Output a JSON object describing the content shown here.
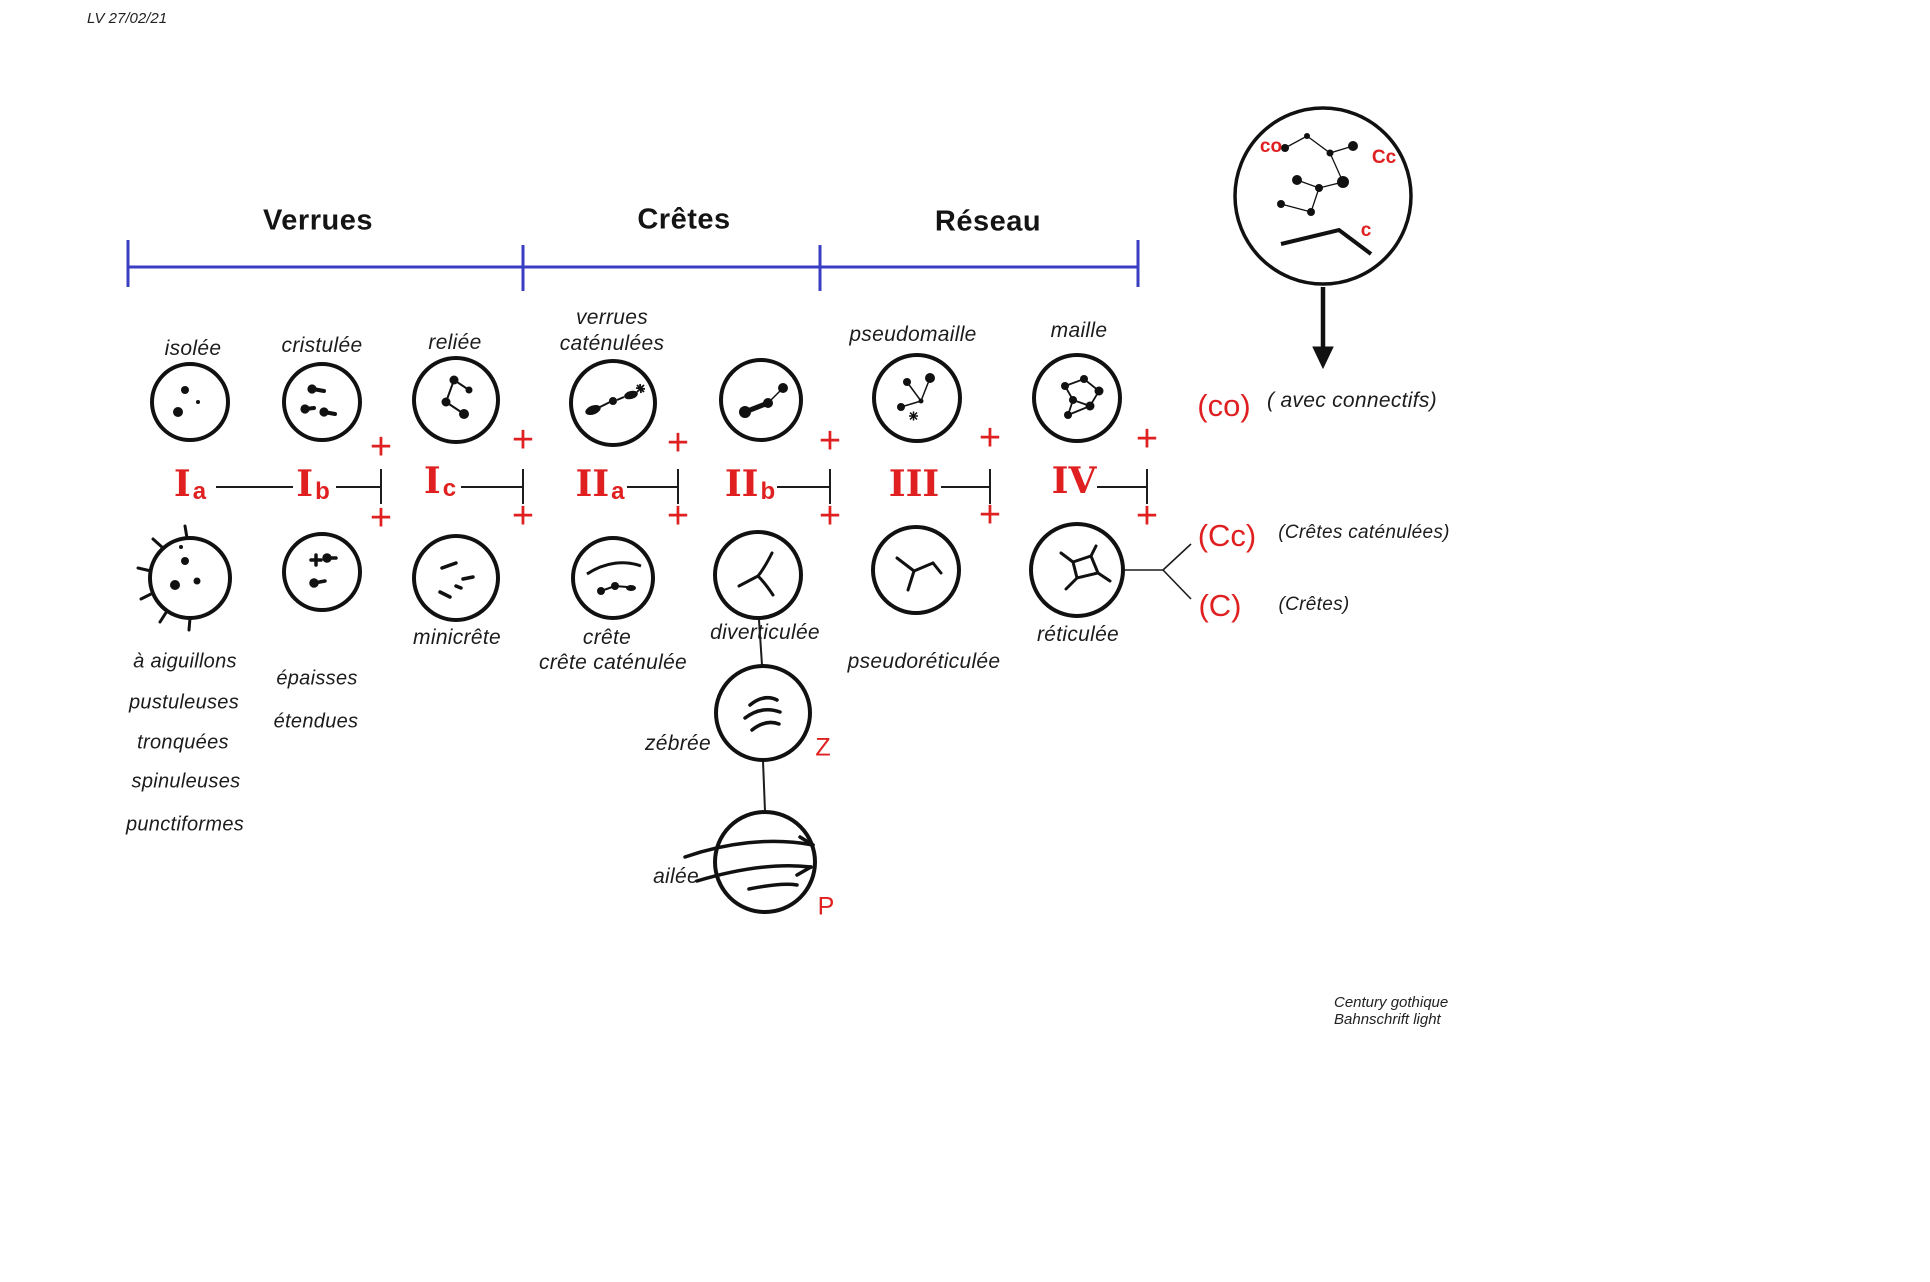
{
  "meta": {
    "date_note": "LV 27/02/21",
    "font_credit": [
      "Century gothique",
      "Bahnschrift light"
    ]
  },
  "symbols": {
    "plus": "+"
  },
  "colors": {
    "accent_red": "#e02020",
    "bracket_blue": "#3a3ec2",
    "ink": "#111111"
  },
  "headers": {
    "verrues": "Verrues",
    "cretes": "Crêtes",
    "reseau": "Réseau"
  },
  "axis": {
    "items": [
      {
        "main": "I",
        "sub": "a"
      },
      {
        "main": "I",
        "sub": "b"
      },
      {
        "main": "I",
        "sub": "c"
      },
      {
        "main": "II",
        "sub": "a"
      },
      {
        "main": "II",
        "sub": "b"
      },
      {
        "main": "III",
        "sub": ""
      },
      {
        "main": "IV",
        "sub": ""
      }
    ]
  },
  "top_row": {
    "isolee": "isolée",
    "cristulee": "cristulée",
    "reliee": "reliée",
    "verrues_catenulees_line1": "verrues",
    "verrues_catenulees_line2": "caténulées",
    "pseudomaille": "pseudomaille",
    "maille": "maille"
  },
  "bottom_row": {
    "minicrete": "minicrête",
    "crete": "crête",
    "crete_catenulee": "crête caténulée",
    "diverticulee": "diverticulée",
    "pseudoreticulee": "pseudoréticulée",
    "reticulee": "réticulée"
  },
  "verrues_variants": [
    "à aiguillons",
    "pustuleuses",
    "tronquées",
    "spinuleuses",
    "punctiformes"
  ],
  "cristulee_variants": [
    "épaisses",
    "étendues"
  ],
  "chain": {
    "zebree": "zébrée",
    "zebree_code": "Z",
    "ailee": "ailée",
    "ailee_code": "P"
  },
  "legend": {
    "inner_co": "co",
    "inner_cc": "Cc",
    "inner_c": "c",
    "co_code": "(co)",
    "co_text": "( avec connectifs)",
    "cc_code": "(Cc)",
    "cc_text": "(Crêtes caténulées)",
    "c_code": "(C)",
    "c_text": "(Crêtes)"
  }
}
